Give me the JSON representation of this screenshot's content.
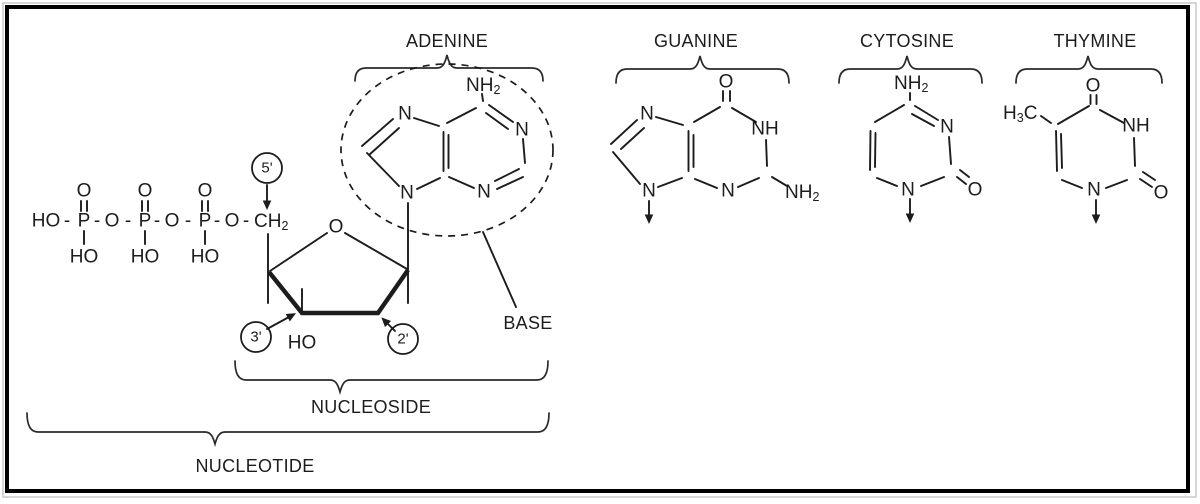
{
  "colors": {
    "ink": "#1c1c1c",
    "background": "#ffffff",
    "border": "#000000"
  },
  "section_labels": {
    "adenine": "ADENINE",
    "guanine": "GUANINE",
    "cytosine": "CYTOSINE",
    "thymine": "THYMINE"
  },
  "annotations": {
    "base": "BASE",
    "nucleoside": "NUCLEOSIDE",
    "nucleotide": "NUCLEOTIDE"
  },
  "position_markers": {
    "five_prime": "5'",
    "three_prime": "3'",
    "two_prime": "2'"
  },
  "atoms": {
    "n": "N",
    "o": "O",
    "p": "P",
    "ho": "HO",
    "nh": "NH",
    "dash": "-",
    "nh2": {
      "main": "NH",
      "sub": "2"
    },
    "ch2": {
      "main": "CH",
      "sub": "2"
    },
    "h3c": {
      "pre": "H",
      "sub": "3",
      "post": "C"
    }
  },
  "phosphate_chain": {
    "top_oxygens": [
      "O",
      "O",
      "O"
    ],
    "bottom_hydroxyls": [
      "HO",
      "HO",
      "HO"
    ]
  }
}
